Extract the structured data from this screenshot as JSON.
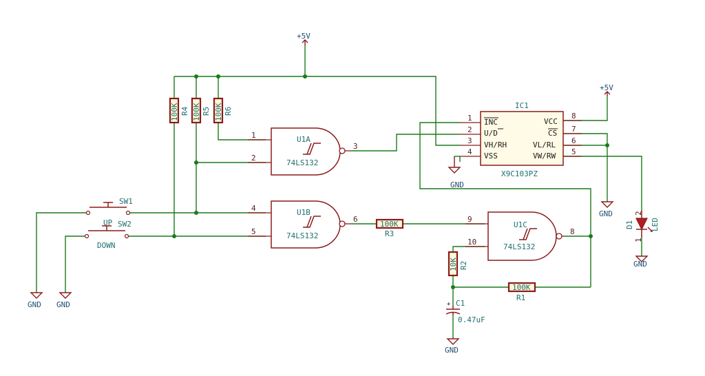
{
  "power": {
    "vcc": "+5V",
    "gnd": "GND"
  },
  "u1a": {
    "ref": "U1A",
    "part": "74LS132",
    "in1": "1",
    "in2": "2",
    "out": "3"
  },
  "u1b": {
    "ref": "U1B",
    "part": "74LS132",
    "in1": "4",
    "in2": "5",
    "out": "6"
  },
  "u1c": {
    "ref": "U1C",
    "part": "74LS132",
    "in1": "9",
    "in2": "10",
    "out": "8"
  },
  "ic1": {
    "ref": "IC1",
    "part": "X9C103PZ",
    "left_pins": [
      {
        "num": "1",
        "name": "INC",
        "overbar": true
      },
      {
        "num": "2",
        "name": "U/D",
        "overbar_part": "D"
      },
      {
        "num": "3",
        "name": "VH/RH"
      },
      {
        "num": "4",
        "name": "VSS"
      }
    ],
    "right_pins": [
      {
        "num": "8",
        "name": "VCC"
      },
      {
        "num": "7",
        "name": "CS",
        "overbar": true
      },
      {
        "num": "6",
        "name": "VL/RL"
      },
      {
        "num": "5",
        "name": "VW/RW"
      }
    ]
  },
  "resistors": {
    "r4": {
      "ref": "R4",
      "value": "100K"
    },
    "r5": {
      "ref": "R5",
      "value": "100K"
    },
    "r6": {
      "ref": "R6",
      "value": "100K"
    },
    "r3": {
      "ref": "R3",
      "value": "100K"
    },
    "r2": {
      "ref": "R2",
      "value": "10K"
    },
    "r1": {
      "ref": "R1",
      "value": "100K"
    }
  },
  "c1": {
    "ref": "C1",
    "value": "0.47uF"
  },
  "d1": {
    "ref": "D1",
    "value": "LED",
    "pin1": "1",
    "pin2": "2"
  },
  "sw1": {
    "ref": "SW1",
    "label": "UP"
  },
  "sw2": {
    "ref": "SW2",
    "label": "DOWN"
  }
}
